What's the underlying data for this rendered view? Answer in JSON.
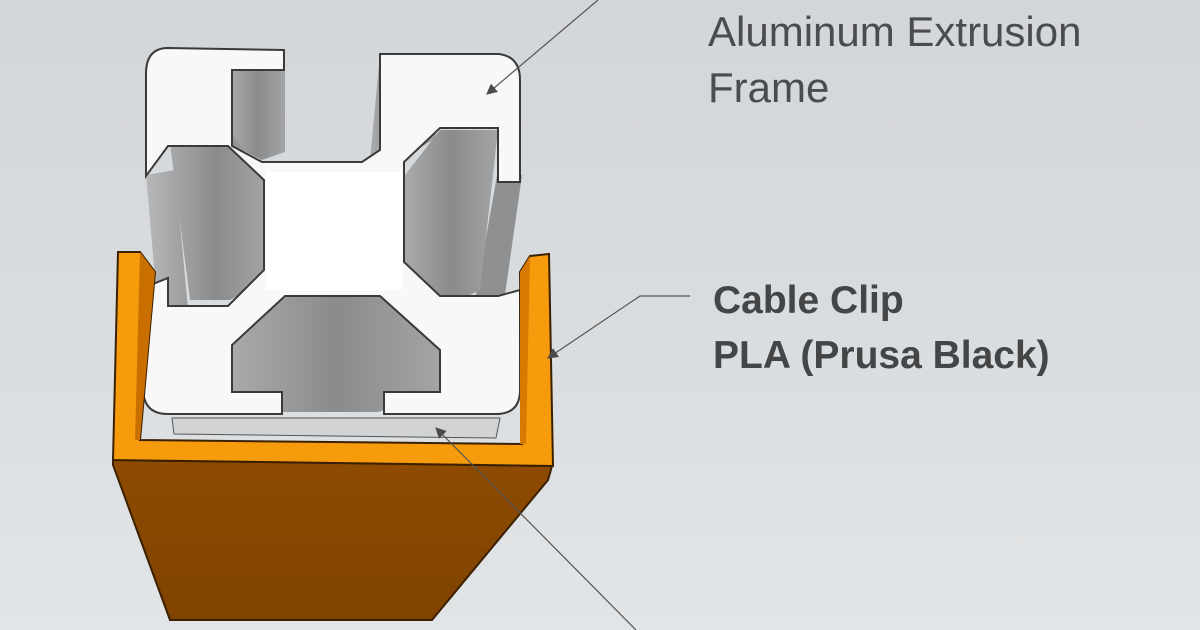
{
  "labels": {
    "frame": {
      "line1": "Aluminum Extrusion",
      "line2": "Frame"
    },
    "clip": {
      "line1": "Cable Clip",
      "line2": "PLA (Prusa Black)"
    }
  },
  "colors": {
    "background_top": "#d3d6d9",
    "background_bottom": "#e2e5e7",
    "extrusion_face": "#f7f7f7",
    "extrusion_slot": "#8c8d8e",
    "clip_face": "#f59b0c",
    "clip_side": "#8c4a00",
    "leader_line": "#555555",
    "label_text": "#444546"
  }
}
